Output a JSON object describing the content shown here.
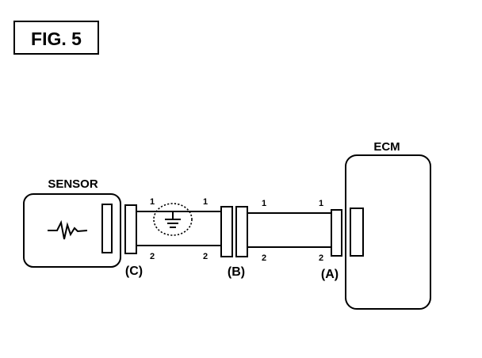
{
  "figure": {
    "title": "FIG. 5"
  },
  "sensor": {
    "label": "SENSOR"
  },
  "ecm": {
    "label": "ECM"
  },
  "connectors": {
    "c": {
      "label": "(C)"
    },
    "b": {
      "label": "(B)"
    },
    "a": {
      "label": "(A)"
    }
  },
  "pins": {
    "pin1": "1",
    "pin2": "2"
  }
}
